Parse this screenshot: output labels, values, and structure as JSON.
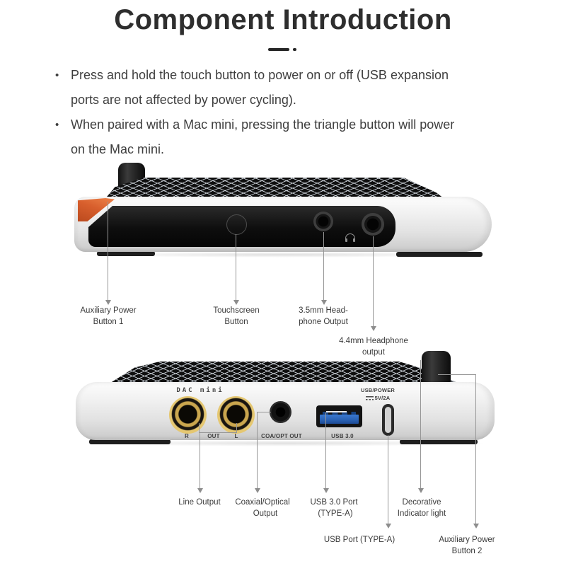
{
  "page": {
    "title": "Component Introduction",
    "bullets": [
      {
        "marker": "•",
        "lines": [
          "Press and hold the touch button to power on or off (USB expansion",
          "ports are not affected by power cycling)."
        ]
      },
      {
        "marker": "•",
        "lines": [
          "When paired with a Mac mini, pressing the triangle button will power",
          "on the Mac mini."
        ]
      }
    ]
  },
  "colors": {
    "accent_orange": "#d85f2d",
    "usb_blue": "#2b63b5",
    "gold": "#c9a74f",
    "callout_line": "#969696",
    "text": "#3c3c3c"
  },
  "device_front": {
    "callouts": [
      {
        "line1": "Auxiliary Power",
        "line2": "Button 1"
      },
      {
        "line1": "Touchscreen",
        "line2": "Button"
      },
      {
        "line1": "3.5mm Head-",
        "line2": "phone Output"
      },
      {
        "line1": "4.4mm Headphone",
        "line2": "output"
      }
    ]
  },
  "device_rear": {
    "model_label": "DAC mini",
    "power_label": "USB/POWER",
    "power_rating": "5V/2A",
    "port_labels": {
      "rca_r": "R",
      "rca_out": "OUT",
      "rca_l": "L",
      "coax": "COA/OPT OUT",
      "usb3": "USB 3.0"
    },
    "callouts": [
      {
        "line1": "Line Output",
        "line2": ""
      },
      {
        "line1": "Coaxial/Optical",
        "line2": "Output"
      },
      {
        "line1": "USB 3.0 Port",
        "line2": "(TYPE-A)"
      },
      {
        "line1": "Decorative",
        "line2": "Indicator light"
      },
      {
        "line1": "USB Port (TYPE-A)",
        "line2": ""
      },
      {
        "line1": "Auxiliary Power",
        "line2": "Button 2"
      }
    ]
  }
}
